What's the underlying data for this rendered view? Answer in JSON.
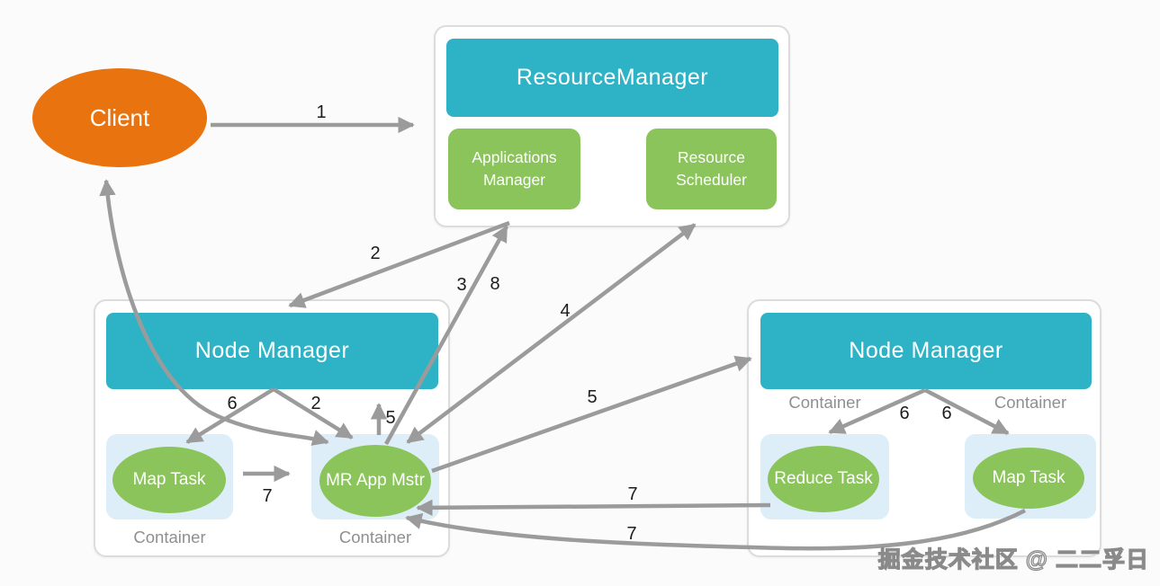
{
  "diagram": {
    "client": {
      "label": "Client"
    },
    "resource_manager_panel": {
      "title": "ResourceManager",
      "applications_manager": "Applications Manager",
      "resource_scheduler": "Resource Scheduler"
    },
    "node_manager_left": {
      "title": "Node Manager",
      "containers": [
        {
          "task": "Map Task",
          "label": "Container"
        },
        {
          "task": "MR App Mstr",
          "label": "Container"
        }
      ]
    },
    "node_manager_right": {
      "title": "Node Manager",
      "containers": [
        {
          "task": "Reduce Task",
          "label": "Container"
        },
        {
          "task": "Map Task",
          "label": "Container"
        }
      ]
    },
    "arrows": [
      {
        "label": "1",
        "from": "Client",
        "to": "ResourceManager"
      },
      {
        "label": "2",
        "from": "Applications Manager",
        "to": "Node Manager (left)"
      },
      {
        "label": "3",
        "from": "MR App Mstr",
        "to": "Applications Manager"
      },
      {
        "label": "8",
        "from": "MR App Mstr",
        "to": "Applications Manager"
      },
      {
        "label": "4",
        "from": "Resource Scheduler",
        "to": "MR App Mstr"
      },
      {
        "label": "5",
        "from": "MR App Mstr",
        "to": "Node Manager (left)"
      },
      {
        "label": "5",
        "from": "MR App Mstr",
        "to": "Node Manager (right)"
      },
      {
        "label": "6",
        "from": "Node Manager (left)",
        "to": "Map Task"
      },
      {
        "label": "2",
        "from": "Node Manager (left)",
        "to": "MR App Mstr"
      },
      {
        "label": "7",
        "from": "Map Task (left)",
        "to": "MR App Mstr"
      },
      {
        "label": "7",
        "from": "Reduce Task",
        "to": "MR App Mstr"
      },
      {
        "label": "7",
        "from": "Map Task (right)",
        "to": "MR App Mstr"
      },
      {
        "label": "6",
        "from": "Node Manager (right)",
        "to": "Reduce Task"
      },
      {
        "label": "6",
        "from": "Node Manager (right)",
        "to": "Map Task (right)"
      },
      {
        "label": "",
        "from": "MR App Mstr",
        "to": "Client"
      }
    ],
    "watermark": "掘金技术社区 @ 二二孚日",
    "colors": {
      "bg": "#fbfbfb",
      "teal": "#2eb3c6",
      "green": "#8ac45a",
      "orange": "#e9730f",
      "container_blue": "#ddeef9",
      "arrow_gray": "#9b9b9b",
      "panel_border": "#dcdcdc",
      "label_gray": "#8f8f8f",
      "number_black": "#1c1c1c"
    }
  }
}
